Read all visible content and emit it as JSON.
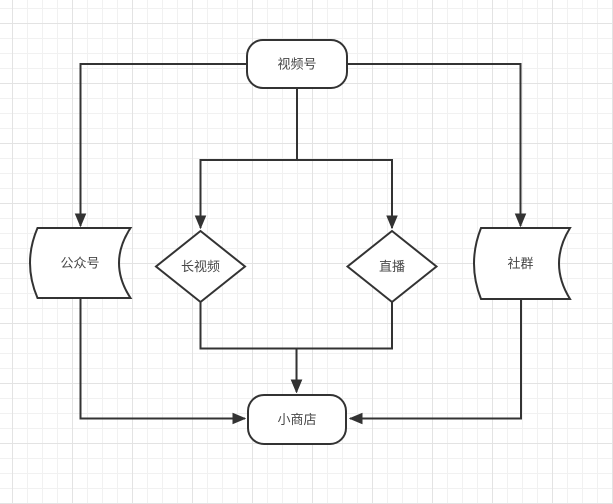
{
  "canvas": {
    "background_color": "#ffffff",
    "grid_minor_color": "#f1f1f1",
    "grid_major_color": "#e3e3e3",
    "shape_stroke_color": "#333333",
    "shape_fill_color": "#ffffff",
    "label_color": "#474747"
  },
  "nodes": {
    "video_account": {
      "label": "视频号",
      "shape": "rounded-rectangle"
    },
    "official_account": {
      "label": "公众号",
      "shape": "stored-data"
    },
    "long_video": {
      "label": "长视频",
      "shape": "diamond"
    },
    "live_stream": {
      "label": "直播",
      "shape": "diamond"
    },
    "community": {
      "label": "社群",
      "shape": "stored-data"
    },
    "small_shop": {
      "label": "小商店",
      "shape": "rounded-rectangle"
    }
  },
  "edges": [
    {
      "from": "视频号",
      "to": "公众号"
    },
    {
      "from": "视频号",
      "to": "长视频"
    },
    {
      "from": "视频号",
      "to": "直播"
    },
    {
      "from": "视频号",
      "to": "社群"
    },
    {
      "from": "长视频",
      "to": "小商店"
    },
    {
      "from": "直播",
      "to": "小商店"
    },
    {
      "from": "公众号",
      "to": "小商店"
    },
    {
      "from": "社群",
      "to": "小商店"
    }
  ]
}
